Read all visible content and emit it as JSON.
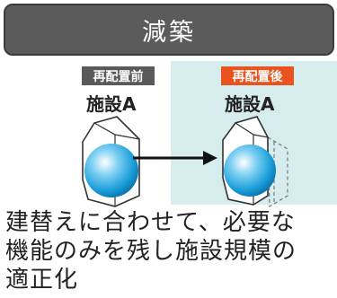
{
  "header": {
    "title": "減築"
  },
  "before": {
    "tag": "再配置前",
    "facility": "施設A"
  },
  "after": {
    "tag": "再配置後",
    "facility": "施設A"
  },
  "description": {
    "line1": "建替えに合わせて、必要な",
    "line2": "機能のみを残し施設規模の",
    "line3": "適正化"
  },
  "colors": {
    "header_bg": "#5b5b5b",
    "after_tag": "#e8531f",
    "before_tag": "#5a5a5a",
    "panel_bg": "#d7ecec",
    "sphere": "#1a9ed9"
  }
}
